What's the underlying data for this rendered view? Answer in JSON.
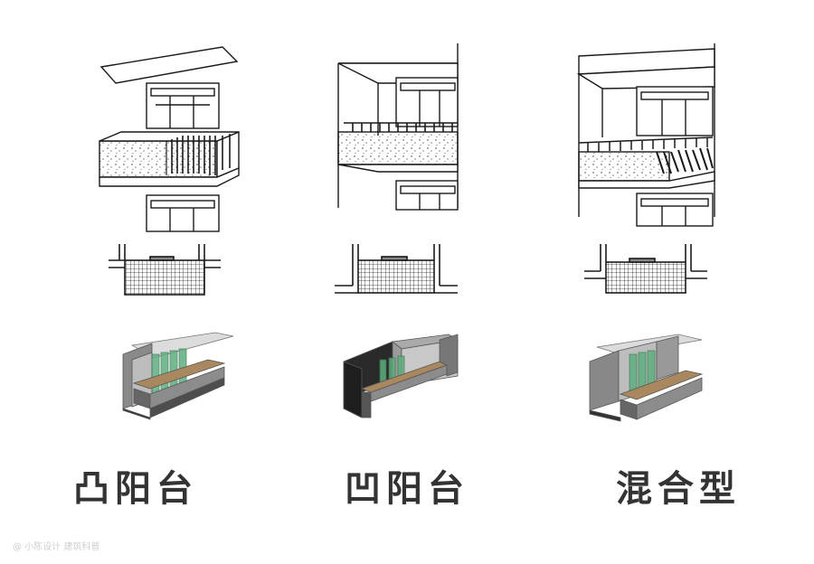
{
  "colors": {
    "ink": "#1a1a1a",
    "caption": "#333333",
    "glass": "#5fae7f",
    "wood": "#a9875f",
    "wall_dark": "#2a2a2a",
    "wall_mid": "#777777",
    "wall_light": "#b8b8b8"
  },
  "columns": [
    {
      "id": "convex",
      "label": "凸阳台"
    },
    {
      "id": "concave",
      "label": "凹阳台"
    },
    {
      "id": "mixed",
      "label": "混合型"
    }
  ],
  "watermark": "@ 小陈设计 建筑科普"
}
